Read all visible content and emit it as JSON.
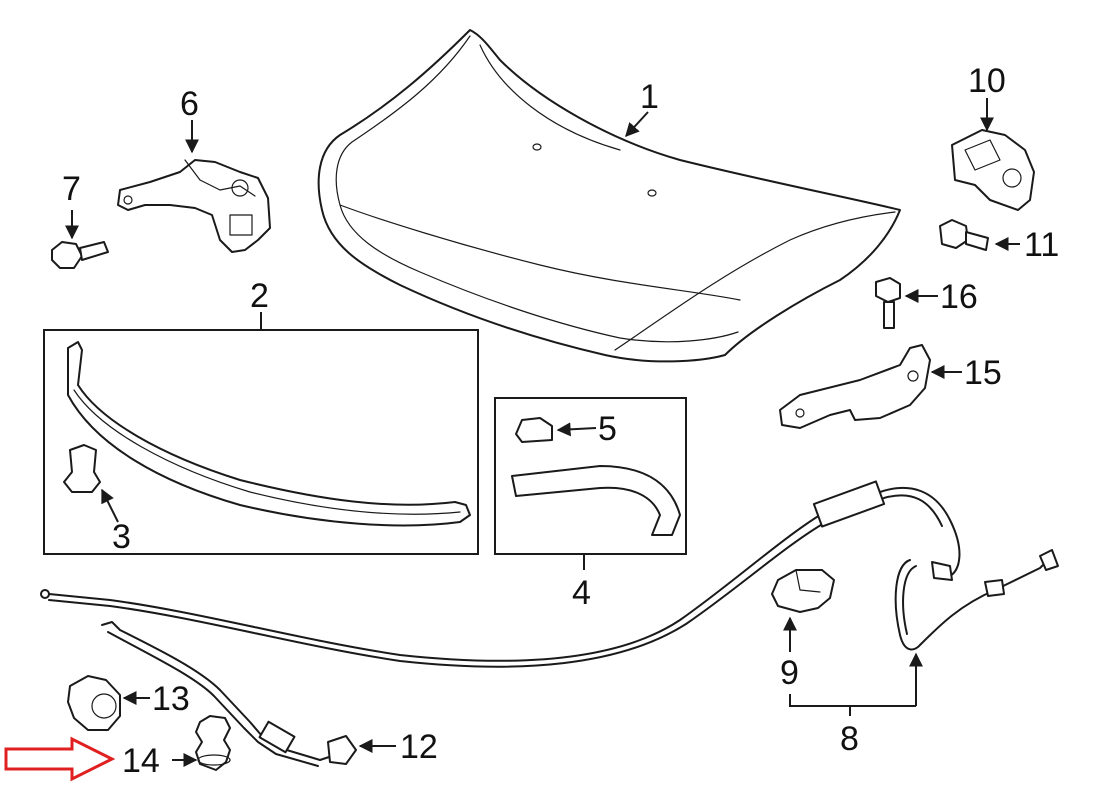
{
  "callouts": [
    {
      "id": "c1",
      "text": "1"
    },
    {
      "id": "c2",
      "text": "2"
    },
    {
      "id": "c3",
      "text": "3"
    },
    {
      "id": "c4",
      "text": "4"
    },
    {
      "id": "c5",
      "text": "5"
    },
    {
      "id": "c6",
      "text": "6"
    },
    {
      "id": "c7",
      "text": "7"
    },
    {
      "id": "c8",
      "text": "8"
    },
    {
      "id": "c9",
      "text": "9"
    },
    {
      "id": "c10",
      "text": "10"
    },
    {
      "id": "c11",
      "text": "11"
    },
    {
      "id": "c12",
      "text": "12"
    },
    {
      "id": "c13",
      "text": "13"
    },
    {
      "id": "c14",
      "text": "14"
    },
    {
      "id": "c15",
      "text": "15"
    },
    {
      "id": "c16",
      "text": "16"
    }
  ],
  "highlight": {
    "target": "14",
    "color": "#e02020",
    "icon": "red-outline-arrow-icon"
  }
}
